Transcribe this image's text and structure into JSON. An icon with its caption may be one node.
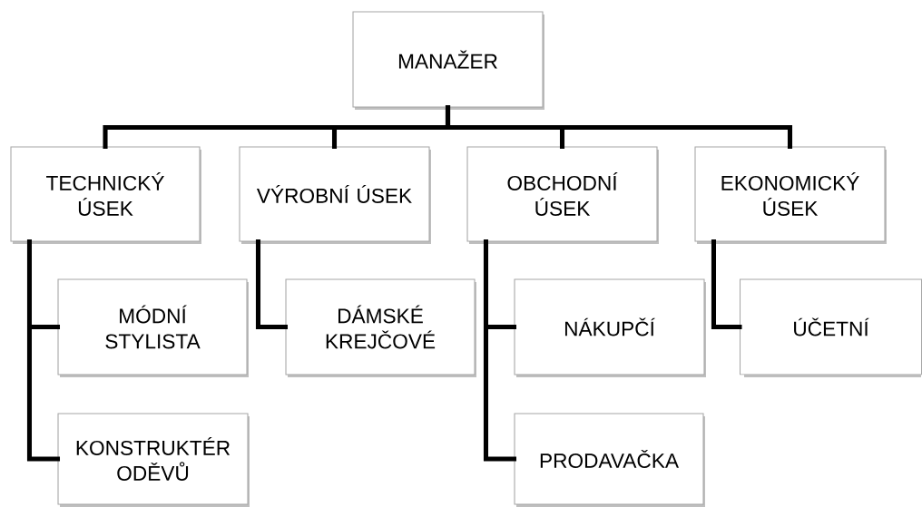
{
  "diagram": {
    "nodes": [
      {
        "text": [
          "MANAŽER"
        ]
      },
      {
        "text": [
          "TECHNICKÝ ÚSEK"
        ]
      },
      {
        "text": [
          "VÝROBNÍ ÚSEK"
        ]
      },
      {
        "text": [
          "OBCHODNÍ ÚSEK"
        ]
      },
      {
        "text": [
          "EKONOMICKÝ ÚSEK"
        ]
      },
      {
        "text": [
          "MÓDNÍ STYLISTA"
        ]
      },
      {
        "text": [
          "DÁMSKÉ KREJČOVÉ"
        ]
      },
      {
        "text": [
          "KONSTRUKTÉR ODĚVŮ"
        ]
      },
      {
        "text": [
          "NÁKUPČÍ"
        ]
      },
      {
        "text": [
          "ÚČETNÍ"
        ]
      },
      {
        "text": [
          "PRODAVAČKA"
        ]
      }
    ],
    "edges": [
      {
        "from": 0,
        "to": 1,
        "arrow": "none"
      },
      {
        "from": 0,
        "to": 2,
        "arrow": "none"
      },
      {
        "from": 0,
        "to": 3,
        "arrow": "none"
      },
      {
        "from": 0,
        "to": 4,
        "arrow": "none"
      },
      {
        "from": 1,
        "to": 5,
        "arrow": "none"
      },
      {
        "from": 1,
        "to": 7,
        "arrow": "none"
      },
      {
        "from": 2,
        "to": 6,
        "arrow": "none"
      },
      {
        "from": 3,
        "to": 8,
        "arrow": "none"
      },
      {
        "from": 3,
        "to": 10,
        "arrow": "none"
      },
      {
        "from": 4,
        "to": 9,
        "arrow": "none"
      }
    ]
  }
}
